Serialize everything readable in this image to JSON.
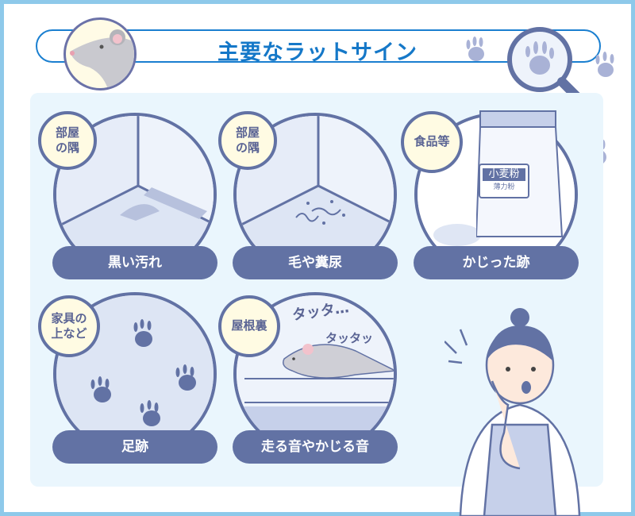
{
  "header": {
    "title": "主要なラットサイン"
  },
  "cards": [
    {
      "tag": "部屋\nの隅",
      "tag_l1": "部屋",
      "tag_l2": "の隅",
      "label": "黒い汚れ"
    },
    {
      "tag_l1": "部屋",
      "tag_l2": "の隅",
      "label": "毛や糞尿"
    },
    {
      "tag_l1": "食品等",
      "tag_l2": "",
      "label": "かじった跡",
      "bag_title": "小麦粉",
      "bag_sub": "薄力粉"
    },
    {
      "tag_l1": "家具の",
      "tag_l2": "上など",
      "label": "足跡"
    },
    {
      "tag_l1": "屋根裏",
      "tag_l2": "",
      "label": "走る音やかじる音",
      "sfx1": "タッタ…",
      "sfx2": "タッタッ"
    }
  ],
  "colors": {
    "navy": "#6272a4",
    "title_blue": "#1578c8",
    "frame": "#8ec9ea",
    "panel": "#eaf6fd",
    "bubble": "#fffbe3"
  }
}
